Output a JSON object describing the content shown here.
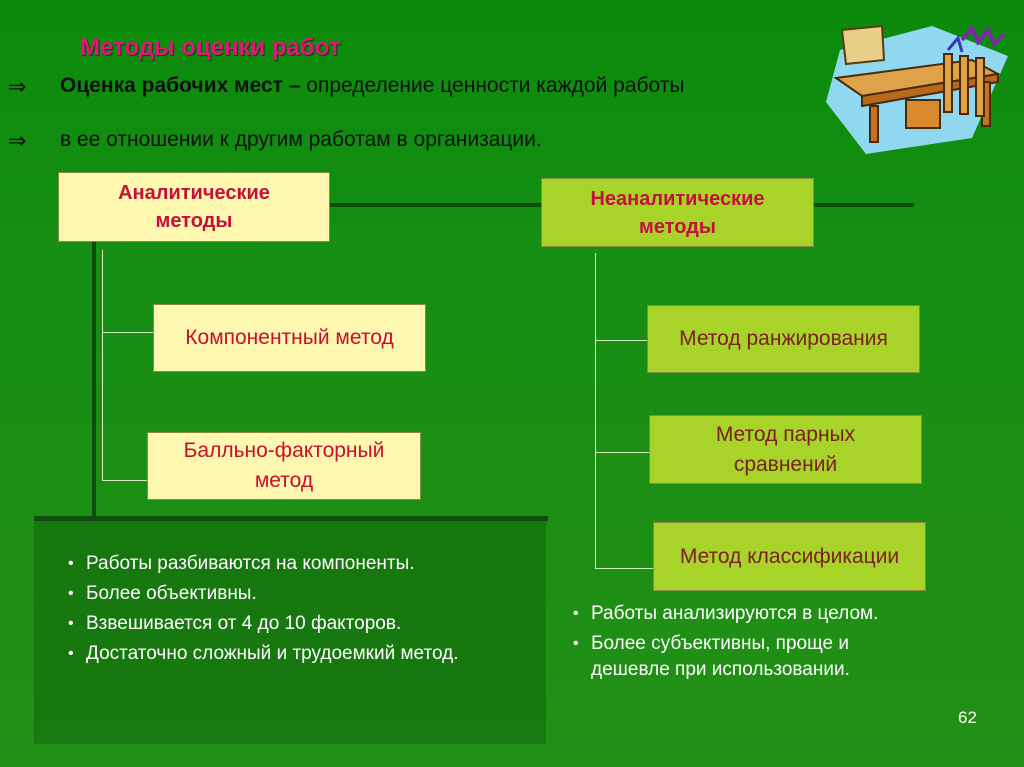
{
  "slide": {
    "title": "Методы оценки работ",
    "arrow_symbol": "⇒",
    "definition_term": "Оценка рабочих мест –",
    "definition_text": " определение ценности каждой работы",
    "definition_cont": "в ее отношении к другим работам в организации.",
    "page_number": "62"
  },
  "analytical": {
    "header": "Аналитические методы",
    "items": [
      "Компонентный метод",
      "Балльно-факторный метод"
    ],
    "notes": [
      "Работы  разбиваются на компоненты.",
      "Более объективны.",
      "Взвешивается от 4 до 10 факторов.",
      "Достаточно сложный и трудоемкий метод."
    ]
  },
  "non_analytical": {
    "header": "Неаналитические методы",
    "items": [
      "Метод ранжирования",
      "Метод парных сравнений",
      "Метод классификации"
    ],
    "notes": [
      "Работы  анализируются в целом.",
      "Более субъективны, проще и дешевле при использовании."
    ]
  },
  "colors": {
    "background": "#1a8c14",
    "title": "#e0167a",
    "header_text": "#c5103c",
    "box_yellow": "#fdf7b0",
    "box_olive": "#a8d42a"
  },
  "icons": {
    "clipart": "desk-clipart"
  }
}
